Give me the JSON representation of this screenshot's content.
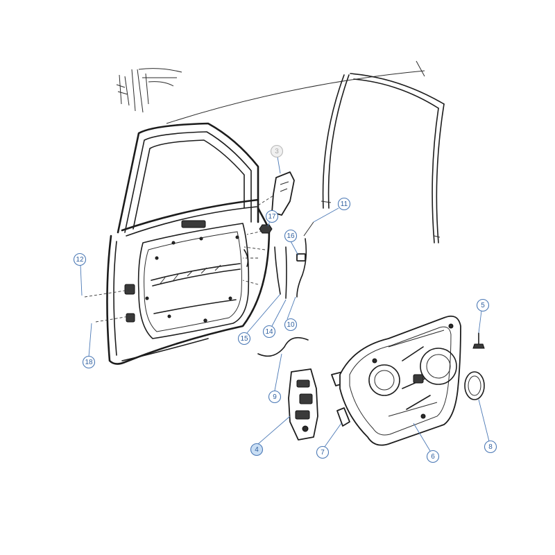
{
  "colors": {
    "callout_stroke": "#4a78b5",
    "callout_text": "#2f5f9e",
    "callout_fill": "#ffffff",
    "highlight_fill": "#c9def4",
    "muted_stroke": "#b8b8b8",
    "muted_text": "#a9a9a9",
    "line": "#1c1c1c"
  },
  "callouts": [
    {
      "id": "3",
      "label": "3",
      "style": "muted"
    },
    {
      "id": "4",
      "label": "4",
      "style": "highlight"
    },
    {
      "id": "5",
      "label": "5",
      "style": "normal"
    },
    {
      "id": "6",
      "label": "6",
      "style": "normal"
    },
    {
      "id": "7",
      "label": "7",
      "style": "normal"
    },
    {
      "id": "8",
      "label": "8",
      "style": "normal"
    },
    {
      "id": "9",
      "label": "9",
      "style": "normal"
    },
    {
      "id": "10",
      "label": "10",
      "style": "normal"
    },
    {
      "id": "11",
      "label": "11",
      "style": "normal"
    },
    {
      "id": "12",
      "label": "12",
      "style": "normal"
    },
    {
      "id": "14",
      "label": "14",
      "style": "normal"
    },
    {
      "id": "15",
      "label": "15",
      "style": "normal"
    },
    {
      "id": "16",
      "label": "16",
      "style": "normal"
    },
    {
      "id": "17",
      "label": "17",
      "style": "normal"
    },
    {
      "id": "18",
      "label": "18",
      "style": "normal"
    }
  ]
}
